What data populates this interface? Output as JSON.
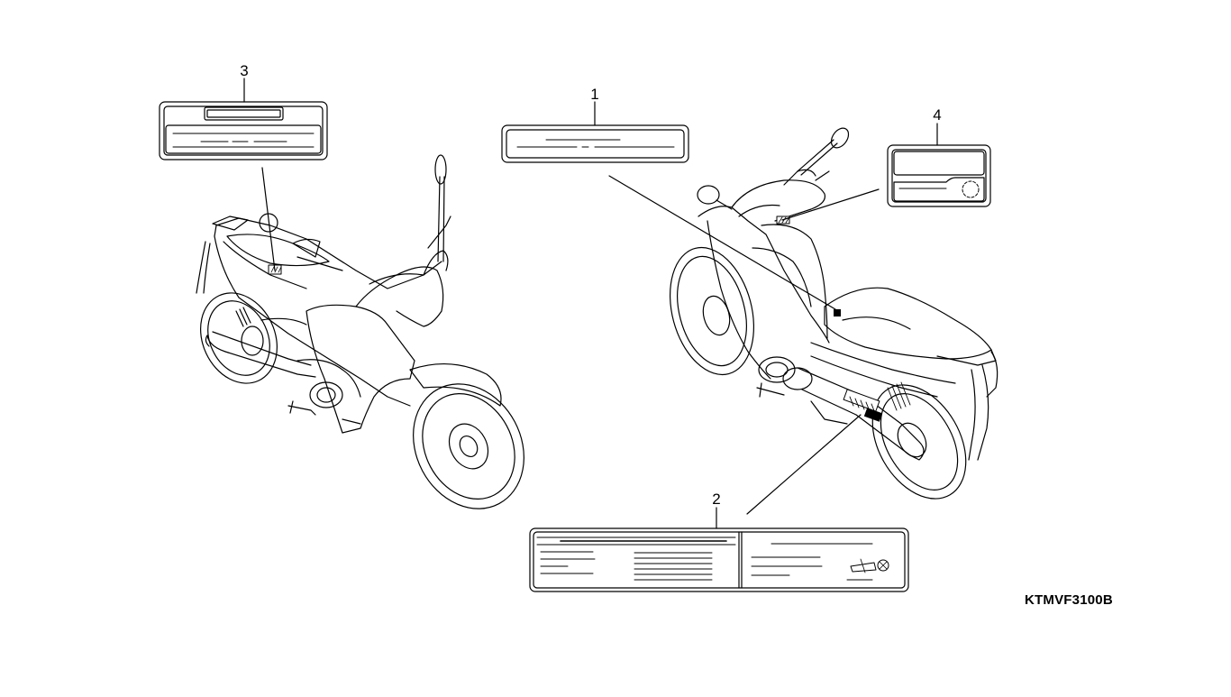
{
  "diagram": {
    "drawing_code": "KTMVF3100B",
    "callouts": [
      {
        "number": "1"
      },
      {
        "number": "2"
      },
      {
        "number": "3"
      },
      {
        "number": "4"
      }
    ]
  }
}
